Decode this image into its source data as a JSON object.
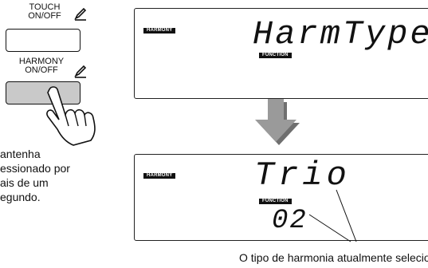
{
  "touch_button": {
    "label_line1": "TOUCH",
    "label_line2": "ON/OFF"
  },
  "harmony_button": {
    "label_line1": "HARMONY",
    "label_line2": "ON/OFF"
  },
  "instruction": {
    "line1": "antenha",
    "line2": "essionado por",
    "line3": "ais de um",
    "line4": "egundo."
  },
  "display_top": {
    "badge": "HARMONY",
    "function_badge": "FUNCTION",
    "main_text": "HarmType"
  },
  "display_bottom": {
    "badge": "HARMONY",
    "function_badge": "FUNCTION",
    "main_text": "Trio",
    "number": "02"
  },
  "caption": "O tipo de harmonia atualmente selecionad",
  "icons": [
    "pen-icon",
    "hand-press-icon",
    "down-arrow-icon"
  ],
  "colors": {
    "pressed_button": "#c9c9c9",
    "arrow": "#9a9a9a",
    "arrow_shadow": "#6f6f6f",
    "lcd_badge": "#111111"
  }
}
